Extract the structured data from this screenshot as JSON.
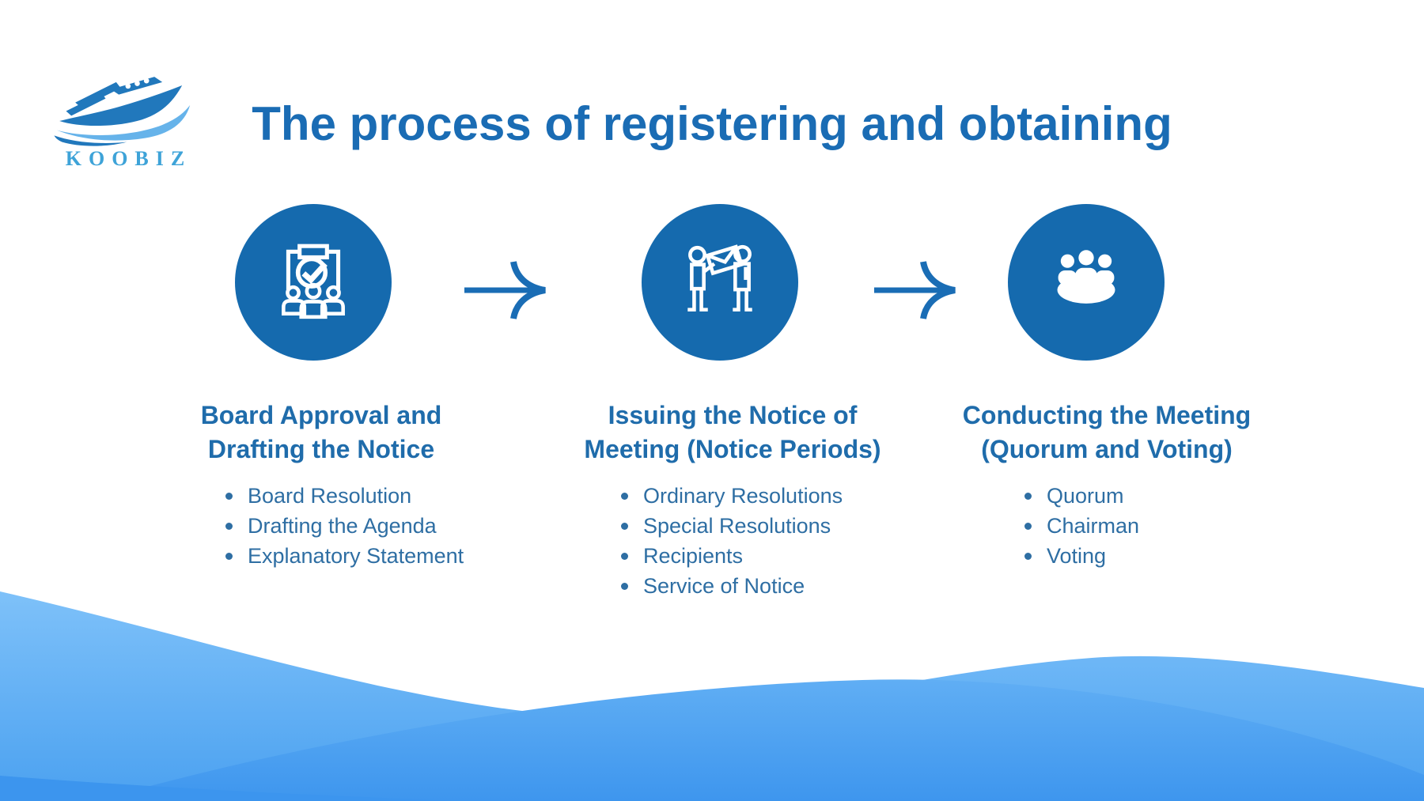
{
  "logo": {
    "brand": "KOOBIZ",
    "icon": "ship-icon"
  },
  "header": {
    "title": "The process of registering and obtaining"
  },
  "steps": [
    {
      "icon": "board-approval-icon",
      "title_lines": [
        "Board Approval and",
        "Drafting the Notice"
      ],
      "bullets": [
        "Board Resolution",
        "Drafting the Agenda",
        "Explanatory Statement"
      ]
    },
    {
      "icon": "issuing-notice-icon",
      "title_lines": [
        "Issuing the Notice of",
        "Meeting (Notice Periods)"
      ],
      "bullets": [
        "Ordinary Resolutions",
        "Special Resolutions",
        "Recipients",
        "Service of Notice"
      ]
    },
    {
      "icon": "conducting-meeting-icon",
      "title_lines": [
        "Conducting the Meeting",
        "(Quorum and Voting)"
      ],
      "bullets": [
        "Quorum",
        "Chairman",
        "Voting"
      ]
    }
  ],
  "arrow_icon": "curved-right-arrow-icon",
  "colors": {
    "title": "#1a6cb4",
    "circle": "#156aae",
    "heading": "#1f6cab",
    "body_text": "#2e6ea3",
    "arrow": "#1a6db5",
    "wave_light_top": "#7ec1f9",
    "wave_light_bottom": "#4ba1f0",
    "wave_mid_top": "#60aef4",
    "wave_mid_bottom": "#3e96ee",
    "wave_deep": "#3c95ee",
    "logo_blue": "#2178bc",
    "logo_light_blue": "#66b3ea",
    "logo_text_blue": "#3ea3d8"
  }
}
